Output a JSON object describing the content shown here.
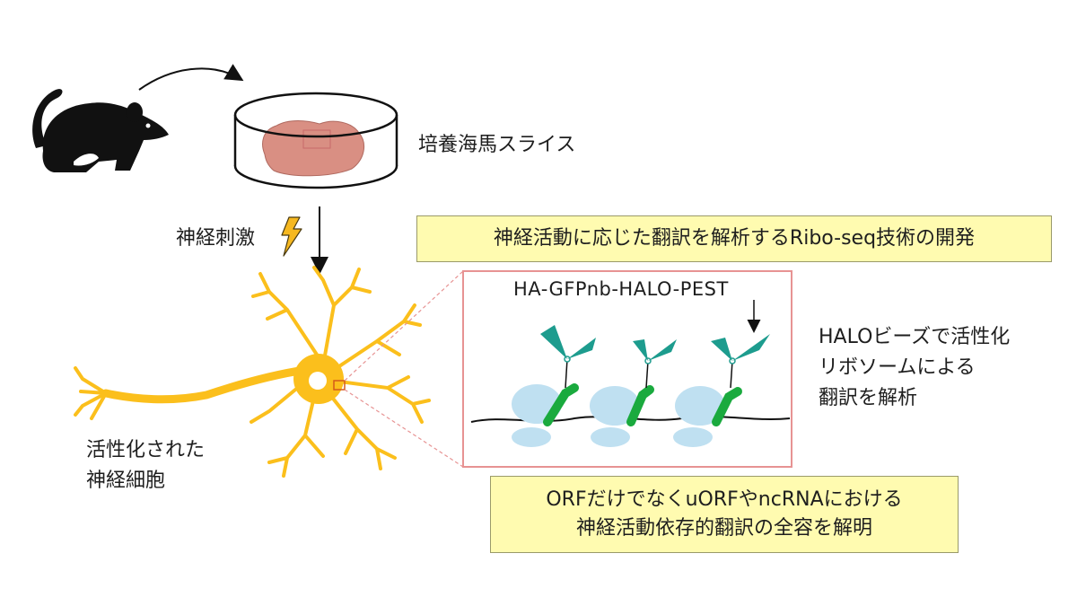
{
  "labels": {
    "slice": "培養海馬スライス",
    "stimulation": "神経刺激",
    "activated_neuron": [
      "活性化された",
      "神経細胞"
    ],
    "construct": "HA-GFPnb-HALO-PEST",
    "halo_beads": [
      "HALOビーズで活性化",
      "リボソームによる",
      "翻訳を解析"
    ]
  },
  "boxes": {
    "top": "神経活動に応じた翻訳を解析するRibo-seq技術の開発",
    "bottom": [
      "ORFだけでなくuORFやncRNAにおける",
      "神経活動依存的翻訳の全容を解明"
    ]
  },
  "colors": {
    "box_fill": "#fffbb0",
    "neuron": "#fbbf1c",
    "ribosome": "#bfe0f1",
    "nanobody": "#1aaa3e",
    "halo_tag": "#1d9c8e",
    "slice": "#d98f83",
    "zoom_frame": "#e79393",
    "mouse": "#111111",
    "bolt": "#f6b820"
  }
}
